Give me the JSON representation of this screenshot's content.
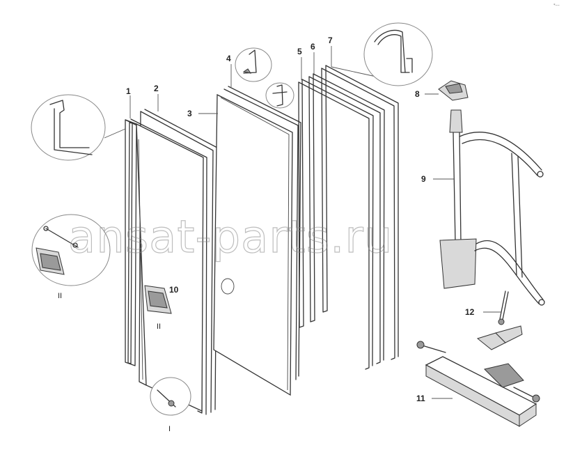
{
  "diagram": {
    "watermark": "ansat-parts.ru",
    "corner_mark": "*‒‒",
    "part_labels": [
      "1",
      "2",
      "3",
      "4",
      "5",
      "6",
      "7",
      "8",
      "9",
      "10",
      "11",
      "12"
    ],
    "detail_labels": {
      "left_callout": "II",
      "door_handle": "II",
      "bottom_pin": "I"
    }
  }
}
